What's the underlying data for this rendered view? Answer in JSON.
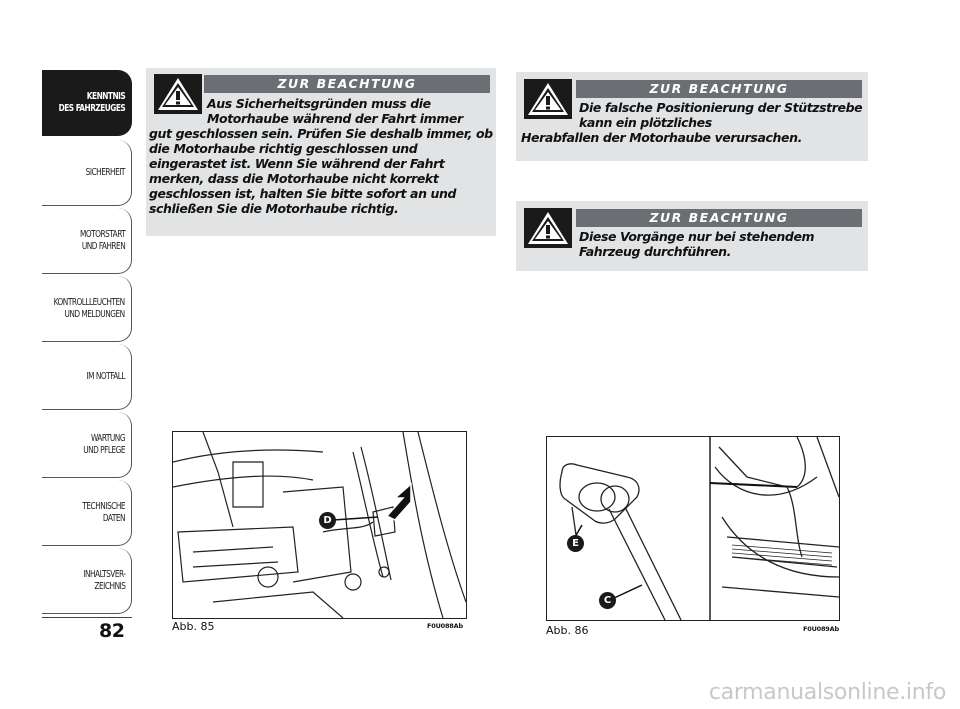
{
  "sidebar": {
    "tabs": [
      {
        "label": "KENNTNIS\nDES FAHRZEUGES",
        "active": true
      },
      {
        "label": "SICHERHEIT",
        "active": false
      },
      {
        "label": "MOTORSTART\nUND FAHREN",
        "active": false
      },
      {
        "label": "KONTROLLLEUCHTEN\nUND MELDUNGEN",
        "active": false
      },
      {
        "label": "IM NOTFALL",
        "active": false
      },
      {
        "label": "WARTUNG\nUND PFLEGE",
        "active": false
      },
      {
        "label": "TECHNISCHE\nDATEN",
        "active": false
      },
      {
        "label": "INHALTSVER-\nZEICHNIS",
        "active": false
      }
    ]
  },
  "page_number": "82",
  "warnings": [
    {
      "heading": "ZUR BEACHTUNG",
      "first_lines": "Aus Sicherheitsgründen muss die Motorhaube während der Fahrt immer",
      "rest": "gut geschlossen sein. Prüfen Sie deshalb immer, ob die Motorhaube richtig geschlossen und eingerastet ist. Wenn Sie während der Fahrt merken, dass die Motorhaube nicht korrekt geschlossen ist, halten Sie bitte sofort an und schließen Sie die Motorhaube richtig."
    },
    {
      "heading": "ZUR BEACHTUNG",
      "first_lines": "Die falsche Positionierung der Stützstrebe kann ein plötzliches",
      "rest": "Herabfallen der Motorhaube verursachen."
    },
    {
      "heading": "ZUR BEACHTUNG",
      "first_lines": "Diese Vorgänge nur bei stehendem Fahrzeug durchführen.",
      "rest": ""
    }
  ],
  "figures": [
    {
      "caption": "Abb. 85",
      "code": "F0U088Ab",
      "callouts": [
        "D"
      ]
    },
    {
      "caption": "Abb. 86",
      "code": "F0U089Ab",
      "callouts": [
        "E",
        "C"
      ]
    }
  ],
  "watermark": "carmanualsonline.info",
  "colors": {
    "warning_bg": "#e1e3e5",
    "heading_bar": "#6b6f73",
    "active_tab": "#1a1a1a"
  }
}
